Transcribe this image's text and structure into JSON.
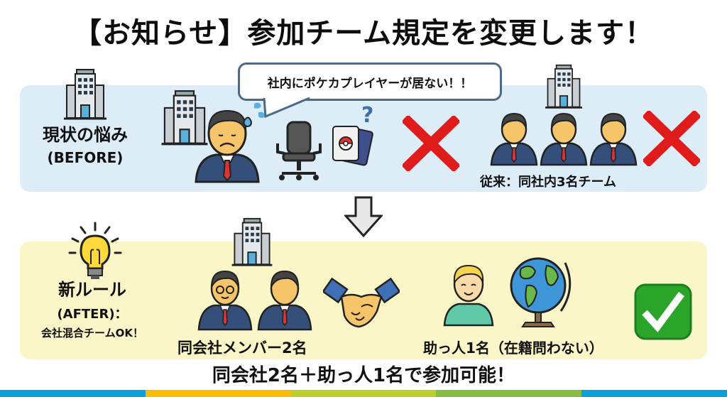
{
  "title": "【お知らせ】参加チーム規定を変更します！",
  "before": {
    "heading": "現状の悩み",
    "subheading": "(BEFORE)",
    "speech_bubble": "社内にポケカプレイヤーが居ない！！",
    "team_caption": "従来：同社内3名チーム",
    "panel_color": "#dcedf7",
    "cross_color": "#e01b1b"
  },
  "after": {
    "heading": "新ルール",
    "subheading": "(AFTER)：",
    "note": "会社混合チームOK！",
    "members_caption": "同会社メンバー2名",
    "helper_caption": "助っ人1名（在籍問わない）",
    "panel_color": "#fbf6c8",
    "check_color": "#2aa52a"
  },
  "footer": {
    "summary": "同会社2名＋助っ人1名で参加可能！",
    "color_bar": [
      "#0aa0dc",
      "#fbbc05",
      "#bccf2b",
      "#86bc3f",
      "#0aa0dc"
    ]
  },
  "icons": {
    "building": "office-building-icon",
    "worried_man": "worried-businessman-icon",
    "chair": "empty-office-chair-icon",
    "card": "pokemon-card-icon",
    "question": "question-mark-icon",
    "cross": "red-cross-icon",
    "team": "three-businessmen-icon",
    "bulb": "lightbulb-icon",
    "handshake": "handshake-icon",
    "helper": "helper-person-icon",
    "globe": "globe-icon",
    "check": "green-check-icon",
    "arrow": "down-arrow-icon"
  }
}
